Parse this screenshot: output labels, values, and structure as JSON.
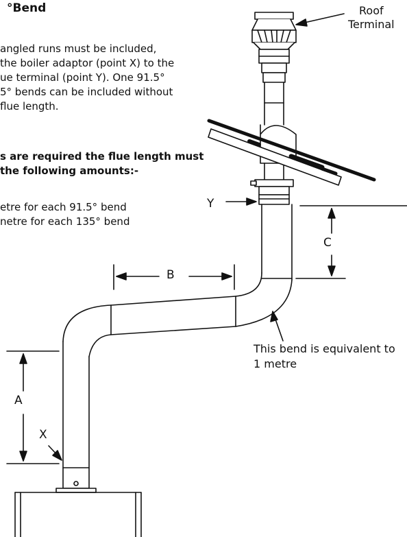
{
  "heading": "°Bend",
  "intro_lines": [
    "angled runs must be included,",
    "the boiler adaptor (point X) to the",
    "ue terminal (point Y). One 91.5°",
    "5° bends can be included without",
    "flue length."
  ],
  "bold_lines": [
    "s are required the flue length must",
    "the following amounts:-"
  ],
  "list_lines": [
    "etre for each 91.5° bend",
    "netre for each 135° bend"
  ],
  "diagram": {
    "roof_terminal_label": [
      "Roof",
      "Terminal"
    ],
    "bend_note": [
      "This bend is equivalent to",
      "1 metre"
    ],
    "point_x": "X",
    "point_y": "Y",
    "dim_a": "A",
    "dim_b": "B",
    "dim_c": "C"
  }
}
